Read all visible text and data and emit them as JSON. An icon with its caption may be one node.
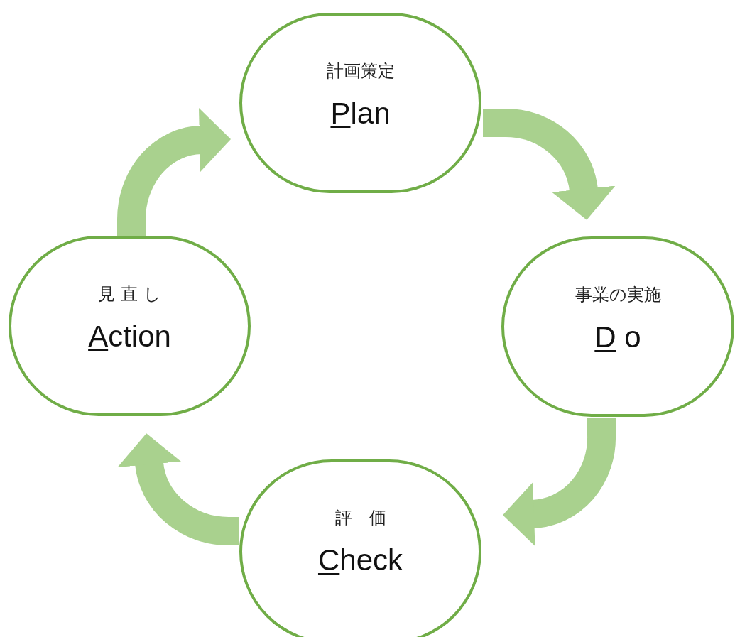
{
  "diagram": {
    "nodes": [
      {
        "text": [
          "計画策定",
          "Plan"
        ]
      },
      {
        "text": [
          "事業の実施",
          "D o"
        ]
      },
      {
        "text": [
          "評　価",
          "Check"
        ]
      },
      {
        "text": [
          "見 直 し",
          "Action"
        ]
      }
    ],
    "edges": [
      {
        "from": 0,
        "to": 1,
        "arrow": "to"
      },
      {
        "from": 1,
        "to": 2,
        "arrow": "to"
      },
      {
        "from": 2,
        "to": 3,
        "arrow": "to"
      },
      {
        "from": 3,
        "to": 0,
        "arrow": "to"
      }
    ]
  }
}
